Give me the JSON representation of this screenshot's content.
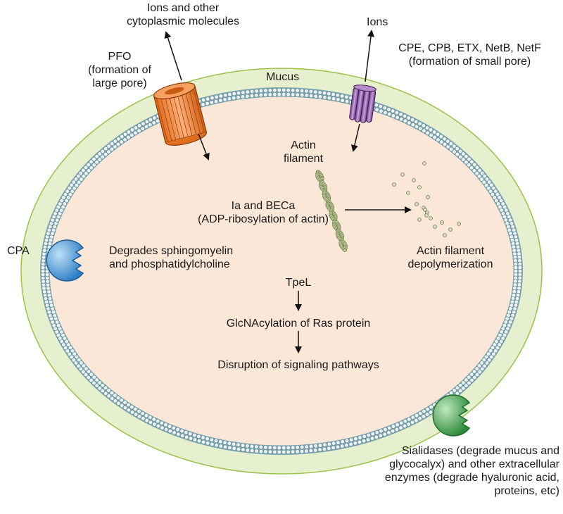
{
  "labels": {
    "ions_cyto": [
      "Ions and other",
      "cytoplasmic molecules"
    ],
    "pfo": [
      "PFO",
      "(formation of",
      "large pore)"
    ],
    "mucus": "Mucus",
    "ions": "Ions",
    "cpe_group": [
      "CPE, CPB, ETX, NetB, NetF",
      "(formation of small pore)"
    ],
    "actin_filament": [
      "Actin",
      "filament"
    ],
    "ia_beca": [
      "Ia and BECa",
      "(ADP-ribosylation of actin)"
    ],
    "depolymerization": [
      "Actin filament",
      "depolymerization"
    ],
    "cpa": "CPA",
    "cpa_effect": [
      "Degrades sphingomyelin",
      "and phosphatidylcholine"
    ],
    "tpel": "TpeL",
    "glcnac": "GlcNAcylation of Ras protein",
    "disruption": "Disruption of signaling pathways",
    "sialidases": [
      "Sialidases (degrade mucus and",
      "glycocalyx) and other extracellular",
      "enzymes (degrade hyaluronic acid,",
      "proteins, etc)"
    ]
  },
  "colors": {
    "mucus_layer": "#e6f0cf",
    "mucus_border": "#9bc24a",
    "membrane": "#7aa3ad",
    "lipid_head": "#eef4f5",
    "cytoplasm": "#fae7d8",
    "pfo_pore": "#f28a3a",
    "small_pore": "#9a66b6",
    "cpa_enzyme": "#3f95d8",
    "sialidase_enzyme": "#3aa04a",
    "actin": "#b7c690"
  }
}
